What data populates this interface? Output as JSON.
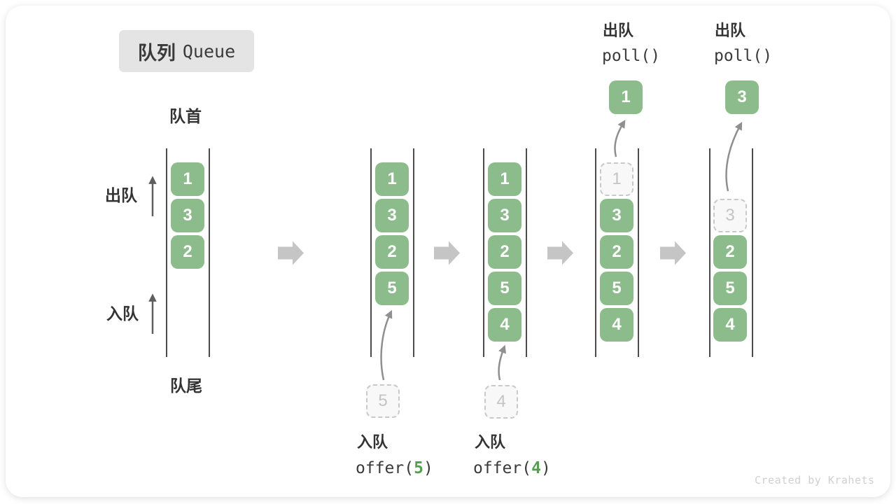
{
  "title": {
    "zh": "队列",
    "en": "Queue"
  },
  "side_labels": {
    "front": "队首",
    "rear": "队尾",
    "dequeue": "出队",
    "enqueue": "入队"
  },
  "colors": {
    "cell_green": "#8cbc8b",
    "code_green": "#55a04e",
    "flow_arrow_gray": "#c5c5c5",
    "dashed_border": "#c9c9c9",
    "line_dark": "#4c4c4c"
  },
  "icons": {
    "flow_arrow": "right-block-arrow",
    "thin_arrow": "up-arrow"
  },
  "queues": [
    {
      "cells": [
        "1",
        "3",
        "2"
      ]
    },
    {
      "cells": [
        "1",
        "3",
        "2",
        "5"
      ],
      "staged": "5"
    },
    {
      "cells": [
        "1",
        "3",
        "2",
        "5",
        "4"
      ],
      "staged": "4"
    },
    {
      "cells": [
        "3",
        "2",
        "5",
        "4"
      ],
      "removed": "1",
      "extracted": "1"
    },
    {
      "cells": [
        "2",
        "5",
        "4"
      ],
      "removed": "3",
      "extracted": "3"
    }
  ],
  "enqueue_ops": [
    {
      "label": "入队",
      "fn": "offer(",
      "arg": "5",
      "close": ")"
    },
    {
      "label": "入队",
      "fn": "offer(",
      "arg": "4",
      "close": ")"
    }
  ],
  "dequeue_ops": [
    {
      "label": "出队",
      "code": "poll()"
    },
    {
      "label": "出队",
      "code": "poll()"
    }
  ],
  "watermark": "Created by Krahets"
}
